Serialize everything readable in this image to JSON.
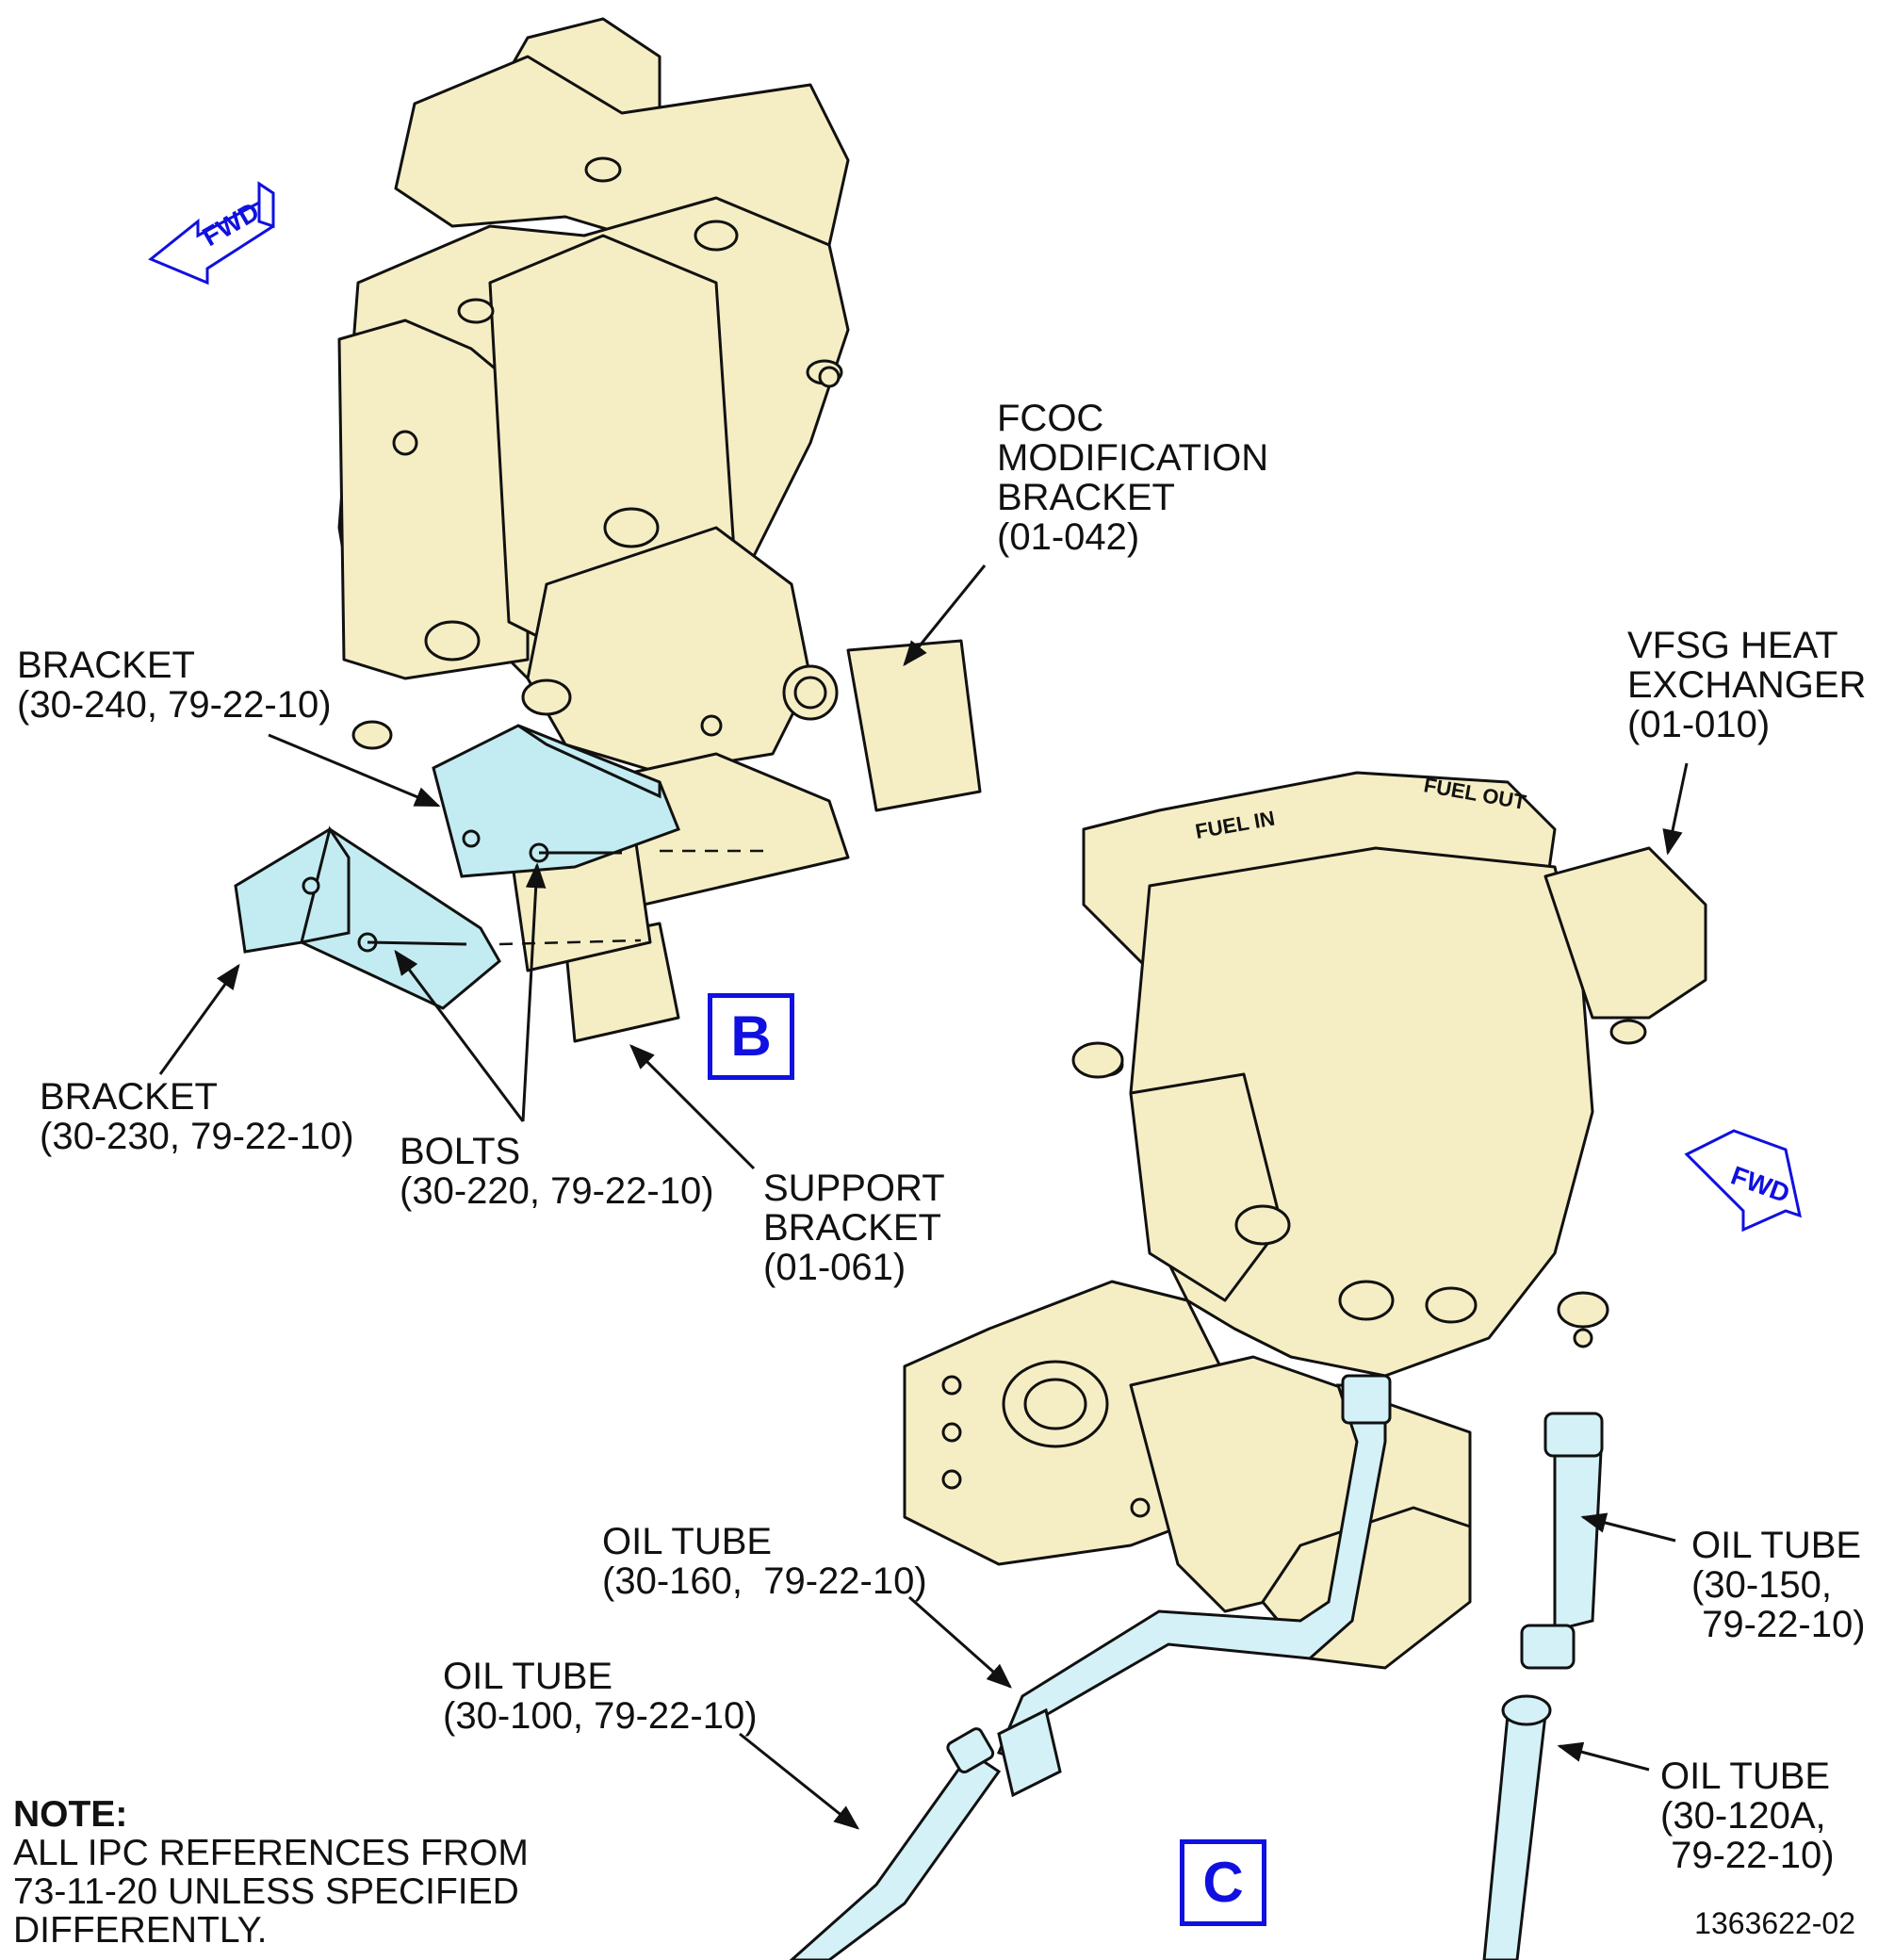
{
  "colors": {
    "unit_fill": "#f5eec4",
    "bracket_fill": "#c2ecf1",
    "tube_fill": "#d3f1f6",
    "outline": "#111111",
    "view_label": "#1010e0"
  },
  "icons": [
    "fwd-arrow-icon",
    "fwd-arrow-icon"
  ],
  "fwd_arrows": [
    "FWD",
    "FWD"
  ],
  "part_markings": [
    "FUEL IN",
    "FUEL OUT"
  ],
  "views": [
    "B",
    "C"
  ],
  "callouts": {
    "fcoc_bracket": [
      "FCOC",
      "MODIFICATION",
      "BRACKET",
      "(01-042)"
    ],
    "bracket_240": [
      "BRACKET",
      "(30-240, 79-22-10)"
    ],
    "bracket_230": [
      "BRACKET",
      "(30-230, 79-22-10)"
    ],
    "bolts": [
      "BOLTS",
      "(30-220, 79-22-10)"
    ],
    "support_bracket": [
      "SUPPORT",
      "BRACKET",
      "(01-061)"
    ],
    "heat_exchanger": [
      "VFSG HEAT",
      "EXCHANGER",
      "(01-010)"
    ],
    "oil_tube_160": [
      "OIL TUBE",
      "(30-160,  79-22-10)"
    ],
    "oil_tube_100": [
      "OIL TUBE",
      "(30-100, 79-22-10)"
    ],
    "oil_tube_150": [
      "OIL TUBE",
      "(30-150,",
      " 79-22-10)"
    ],
    "oil_tube_120a": [
      "OIL TUBE",
      "(30-120A,",
      " 79-22-10)"
    ]
  },
  "note": {
    "heading": "NOTE:",
    "lines": [
      "ALL IPC REFERENCES FROM",
      "73-11-20 UNLESS SPECIFIED",
      "DIFFERENTLY."
    ]
  },
  "drawing_number": "1363622-02"
}
